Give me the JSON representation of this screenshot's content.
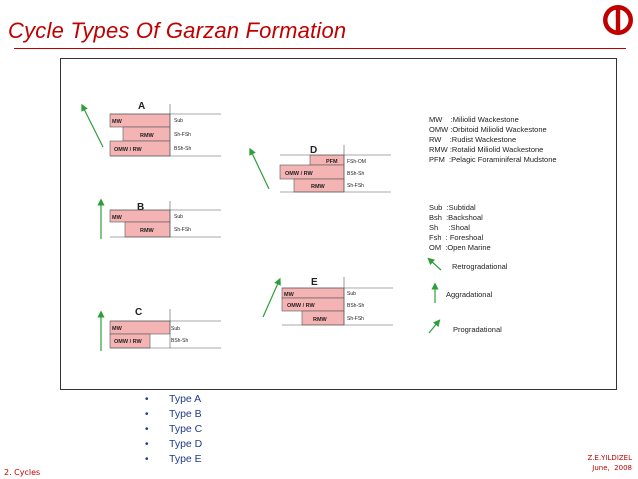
{
  "slide": {
    "title": "Cycle Types Of Garzan Formation",
    "bullets": [
      "Type A",
      "Type B",
      "Type C",
      "Type D",
      "Type E"
    ],
    "footer_left": "2. Cycles",
    "footer_author": "Z.E.YILDIZEL",
    "footer_date": "June,  2008"
  },
  "diagram": {
    "cycles": {
      "A": {
        "label": "A",
        "rows": [
          "MW",
          "RMW",
          "OMW / RW"
        ],
        "env": [
          "Sub",
          "Sh-FSh",
          "BSh-Sh"
        ]
      },
      "B": {
        "label": "B",
        "rows": [
          "MW",
          "RMW"
        ],
        "env": [
          "Sub",
          "Sh-FSh"
        ]
      },
      "C": {
        "label": "C",
        "rows": [
          "MW",
          "OMW / RW"
        ],
        "env": [
          "Sub",
          "BSh-Sh"
        ]
      },
      "D": {
        "label": "D",
        "rows": [
          "PFM",
          "OMW / RW",
          "RMW"
        ],
        "env": [
          "FSh-OM",
          "BSh-Sh",
          "Sh-FSh"
        ]
      },
      "E": {
        "label": "E",
        "rows": [
          "MW",
          "OMW / RW",
          "RMW"
        ],
        "env": [
          "Sub",
          "BSh-Sh",
          "Sh-FSh"
        ]
      }
    },
    "facies_legend": [
      "MW    :Miliolid Wackestone",
      "OMW :Orbitoid Miliolid Wackestone",
      "RW    :Rudist Wackestone",
      "RMW :Rotalid Miliolid Wackestone",
      "PFM  :Pelagic Foraminiferal Mudstone"
    ],
    "environment_legend": [
      "Sub  :Subtidal",
      "Bsh  :Backshoal",
      "Sh     :Shoal",
      "Fsh  : Foreshoal",
      "OM  :Open Marine"
    ],
    "trend_legend": [
      "Retrogradational",
      "Aggradational",
      "Progradational"
    ],
    "colors": {
      "fill": "#f4b4b4",
      "arrow": "#2e9e3a",
      "title": "#c00000",
      "bullet": "#1f3a8a"
    }
  }
}
